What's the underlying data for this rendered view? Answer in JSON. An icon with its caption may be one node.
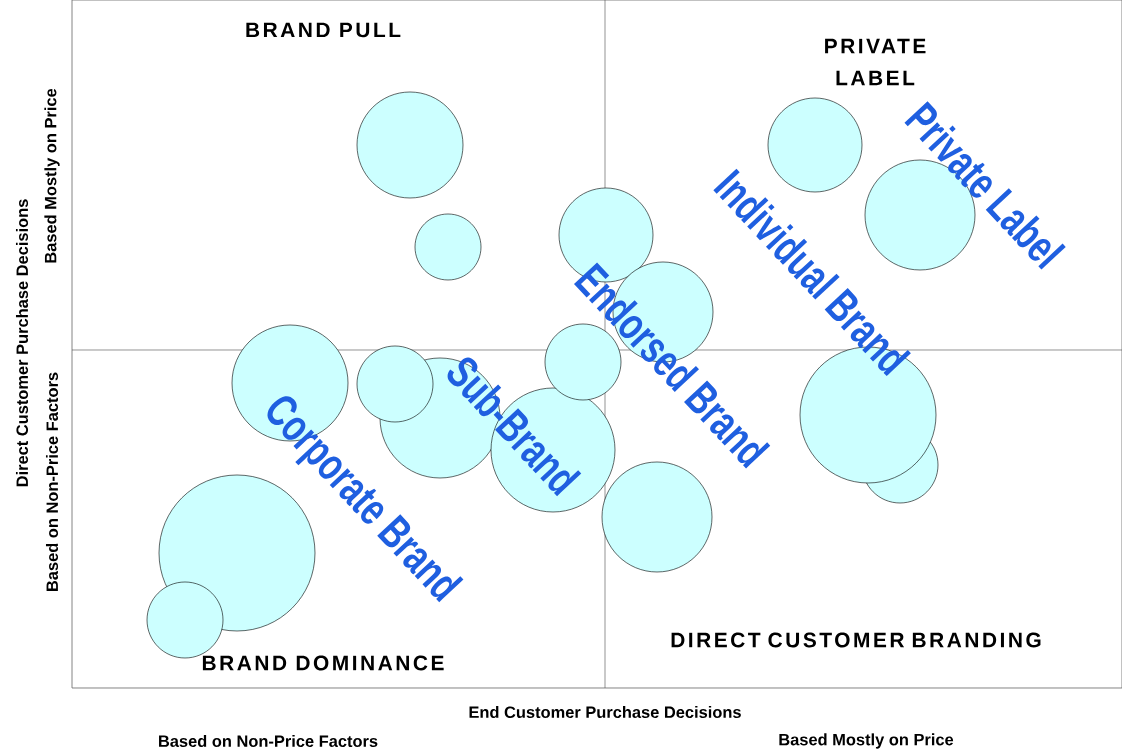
{
  "diagram": {
    "labels": [
      "BRAND PULL",
      "PRIVATE LABEL",
      "Private Label",
      "Individual Brand",
      "Endorsed Brand",
      "Sub-Brand",
      "Corporate Brand",
      "DIRECT CUSTOMER BRANDING",
      "BRAND DOMINANCE",
      "Direct Customer Purchase Decisions",
      "Based on Non-Price Factors",
      "Based Mostly on Price",
      "End Customer Purchase Decisions",
      "Based on Non-Price Factors",
      "Based Mostly on Price"
    ]
  }
}
